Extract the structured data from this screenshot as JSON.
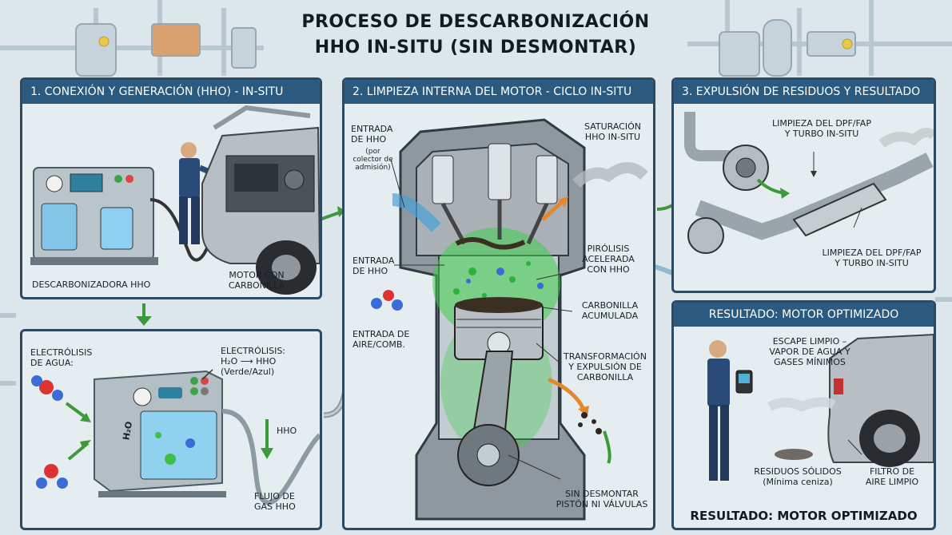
{
  "title": {
    "line1": "PROCESO DE DESCARBONIZACIÓN",
    "line2": "HHO IN-SITU (SIN DESMONTAR)"
  },
  "panel1": {
    "header": "1. CONEXIÓN Y GENERACIÓN (HHO) - IN-SITU",
    "machine_label": "DESCARBONIZADORA HHO",
    "motor_label": [
      "MOTOR CON",
      "CARBONILLA"
    ]
  },
  "panel1b": {
    "electrolysis_water": [
      "ELECTRÓLISIS",
      "DE AGUA:"
    ],
    "electrolysis_formula_title": "ELECTRÓLISIS:",
    "formula_reactant": "H₂O",
    "formula_product": "HHO",
    "formula_note": "(Verde/Azul)",
    "tank_label": "H₂O",
    "hho_label": "HHO",
    "flow_label": [
      "FLUJO DE",
      "GAS HHO"
    ]
  },
  "panel2": {
    "header": "2. LIMPIEZA INTERNA DEL MOTOR - CICLO IN-SITU",
    "hho_inlet_top": [
      "ENTRADA",
      "DE HHO"
    ],
    "hho_inlet_note": [
      "(por",
      "colector de",
      "admisión)"
    ],
    "saturation": [
      "SATURACIÓN",
      "HHO IN-SITU"
    ],
    "hho_inlet_mid": [
      "ENTRADA",
      "DE HHO"
    ],
    "pyrolysis": [
      "PIRÓLISIS",
      "ACELERADA",
      "CON HHO"
    ],
    "air_fuel": [
      "ENTRADA DE",
      "AIRE/COMB."
    ],
    "carbon_accum": [
      "CARBONILLA",
      "ACUMULADA"
    ],
    "transform": [
      "TRANSFORMACIÓN",
      "Y EXPULSIÓN DE",
      "CARBONILLA"
    ],
    "no_disassembly": [
      "SIN DESMONTAR",
      "PISTÓN NI VÁLVULAS"
    ]
  },
  "panel3": {
    "header": "3. EXPULSIÓN DE RESIDUOS Y RESULTADO",
    "dpf_top": [
      "LIMPIEZA DEL DPF/FAP",
      "Y TURBO IN-SITU"
    ],
    "dpf_bottom": [
      "LIMPIEZA DEL DPF/FAP",
      "Y TURBO IN-SITU"
    ]
  },
  "panel4": {
    "header": "RESULTADO: MOTOR OPTIMIZADO",
    "exhaust": [
      "ESCAPE LIMPIO –",
      "VAPOR DE AGUA Y",
      "GASES MÍNIMOS"
    ],
    "residue": [
      "RESIDUOS SÓLIDOS",
      "(Mínima ceniza)"
    ],
    "filter": [
      "FILTRO DE",
      "AIRE LIMPIO"
    ],
    "bottom": "RESULTADO: MOTOR OPTIMIZADO"
  },
  "colors": {
    "panel_header": "#2b5a80",
    "panel_border": "#2e4a63",
    "hho_green": "#3fcf4a",
    "arrow_green": "#3d9a3a",
    "carbon_orange": "#e3892b"
  }
}
